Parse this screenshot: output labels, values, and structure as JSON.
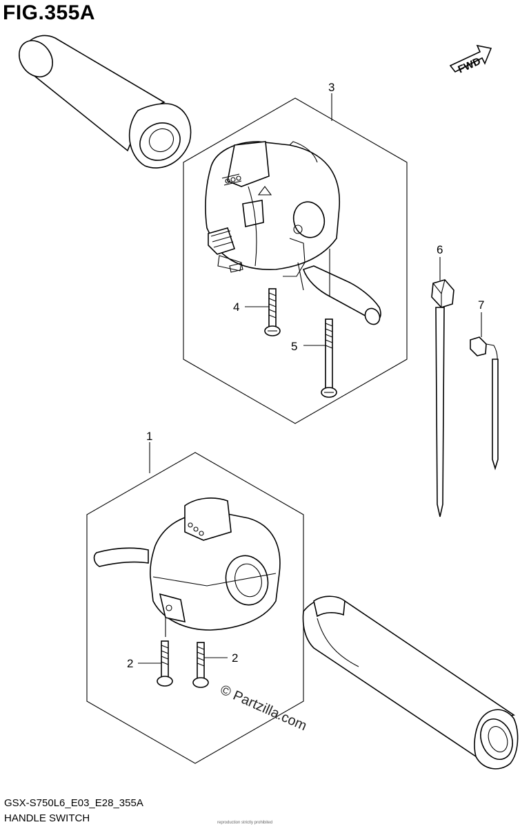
{
  "figure": {
    "title": "FIG.355A",
    "fwd_label": "FWD",
    "model_code": "GSX-S750L6_E03_E28_355A",
    "section_name": "HANDLE SWITCH",
    "watermark": "© Partzilla.com",
    "bottom_fineprint": "reproduction strictly prohibited"
  },
  "callouts": [
    {
      "id": "1",
      "label": "1"
    },
    {
      "id": "2a",
      "label": "2"
    },
    {
      "id": "2b",
      "label": "2"
    },
    {
      "id": "3",
      "label": "3"
    },
    {
      "id": "4",
      "label": "4"
    },
    {
      "id": "5",
      "label": "5"
    },
    {
      "id": "6",
      "label": "6"
    },
    {
      "id": "7",
      "label": "7"
    }
  ]
}
